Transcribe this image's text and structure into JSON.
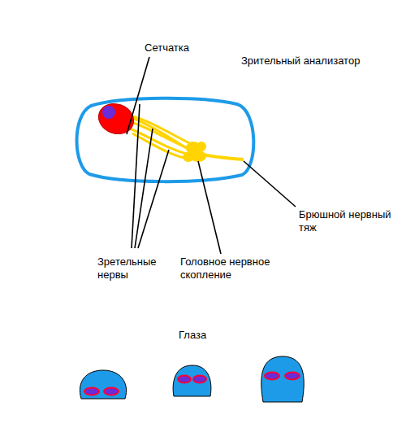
{
  "diagram": {
    "title": "Зрительный анализатор",
    "labels": [
      "Сетчатка",
      "Зретельные нервы",
      "Головное нервное скопление",
      "Брюшной нервный тяж",
      "Глаза"
    ]
  }
}
